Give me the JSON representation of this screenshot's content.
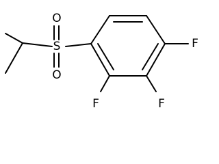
{
  "molecule": {
    "atoms": {
      "sulfur": "S",
      "oxygen_top": "O",
      "oxygen_bottom": "O",
      "fluorine_right": "F",
      "fluorine_bottom_left": "F",
      "fluorine_bottom_right": "F"
    }
  }
}
